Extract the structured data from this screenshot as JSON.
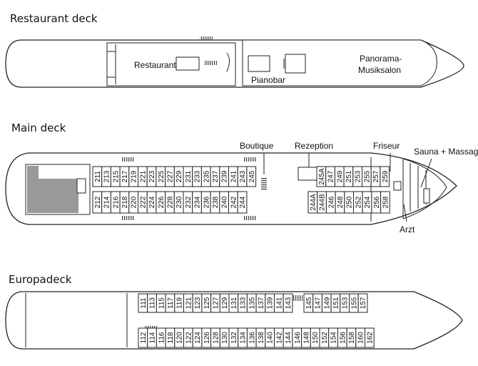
{
  "decks": {
    "restaurant": {
      "title": "Restaurant deck",
      "labels": {
        "restaurant": "Restaurant",
        "pianobar": "Pianobar",
        "panorama_1": "Panorama-",
        "panorama_2": "Musiksalon"
      }
    },
    "main": {
      "title": "Main deck",
      "labels": {
        "boutique": "Boutique",
        "rezeption": "Rezeption",
        "friseur": "Friseur",
        "sauna": "Sauna + Massage",
        "arzt": "Arzt"
      },
      "cabins_top_left": [
        "211",
        "213",
        "215",
        "217",
        "219",
        "221",
        "223",
        "225",
        "227",
        "229",
        "231",
        "233",
        "235",
        "237",
        "239",
        "241",
        "243",
        "245"
      ],
      "cabins_bottom_left": [
        "212",
        "214",
        "216",
        "218",
        "220",
        "222",
        "224",
        "226",
        "228",
        "230",
        "232",
        "234",
        "236",
        "238",
        "240",
        "242",
        "244"
      ],
      "cabins_top_right": [
        "245A",
        "247",
        "249",
        "251",
        "253",
        "255",
        "257",
        "259"
      ],
      "cabins_bottom_right": [
        "244A",
        "244B",
        "246",
        "248",
        "250",
        "252",
        "254",
        "256",
        "258"
      ]
    },
    "europa": {
      "title": "Europadeck",
      "cabins_top_left": [
        "111",
        "113",
        "115",
        "117",
        "119",
        "121",
        "123",
        "125",
        "127",
        "129",
        "131",
        "133",
        "135",
        "137",
        "139",
        "141",
        "143"
      ],
      "cabins_top_right": [
        "145",
        "147",
        "149",
        "151",
        "153",
        "155",
        "157"
      ],
      "cabins_bottom": [
        "112",
        "114",
        "116",
        "118",
        "120",
        "122",
        "124",
        "126",
        "128",
        "130",
        "132",
        "134",
        "136",
        "138",
        "140",
        "142",
        "144",
        "146",
        "148",
        "150",
        "152",
        "154",
        "156",
        "158",
        "160",
        "162"
      ]
    }
  }
}
